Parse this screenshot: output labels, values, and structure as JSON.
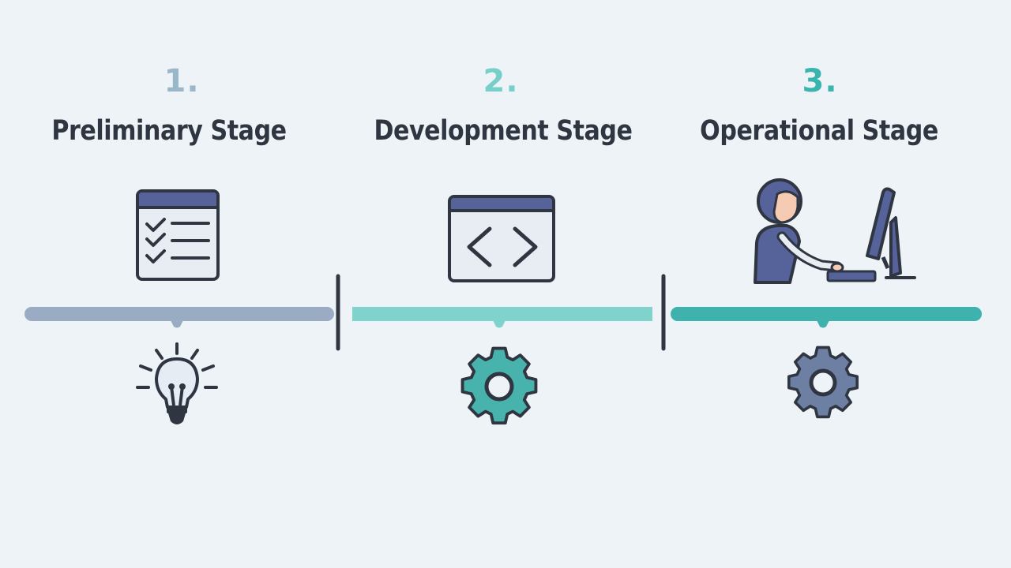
{
  "stages": [
    {
      "number": "1.",
      "title": "Preliminary Stage",
      "accent": "#9ab7c9",
      "bar_color": "#9aabc4",
      "top_icon": "checklist-icon",
      "bottom_icon": "lightbulb-icon"
    },
    {
      "number": "2.",
      "title": "Development Stage",
      "accent": "#76cfc8",
      "bar_color": "#7fd3cc",
      "top_icon": "code-window-icon",
      "bottom_icon": "gear-icon"
    },
    {
      "number": "3.",
      "title": "Operational Stage",
      "accent": "#3ab5ae",
      "bar_color": "#3fb2ad",
      "top_icon": "person-at-computer-icon",
      "bottom_icon": "gear-icon"
    }
  ],
  "colors": {
    "background": "#eef3f7",
    "outline": "#2f3541",
    "window_header": "#56629a",
    "slate_gear": "#6d7fa3",
    "teal_gear": "#48b3ad"
  }
}
